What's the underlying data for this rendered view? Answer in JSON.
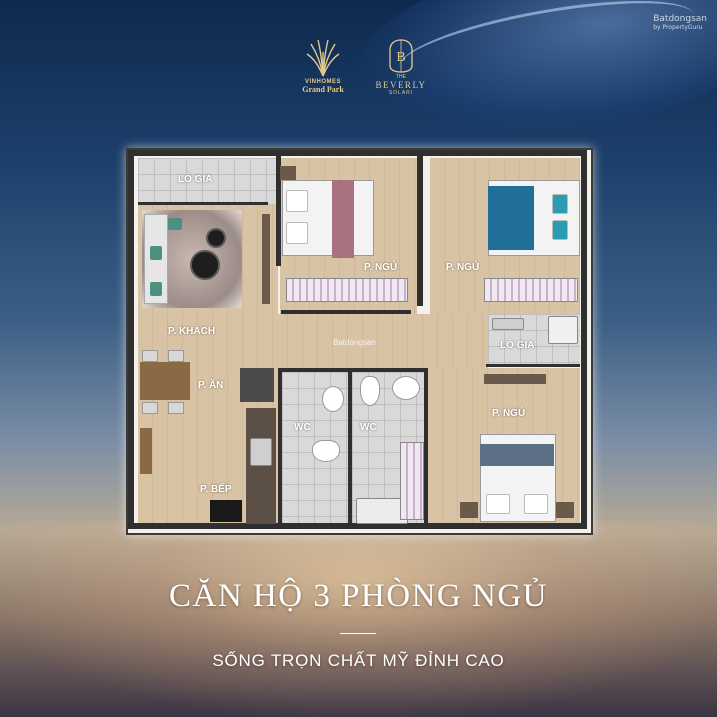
{
  "watermark": {
    "site": "Batdongsan",
    "sub": "by PropertyGuru"
  },
  "logos": {
    "vinhomes_line1": "VINHOMES",
    "vinhomes_line2": "Grand Park",
    "beverly_line0": "THE",
    "beverly_line1": "BEVERLY",
    "beverly_line2": "SOLARI"
  },
  "floor_plan": {
    "rooms": {
      "lo_gia_1": "LÔ GIA",
      "p_ngu_1": "P. NGỦ",
      "p_ngu_2": "P. NGỦ",
      "p_khach": "P. KHÁCH",
      "lo_gia_2": "LÔ GIA",
      "p_an": "P. ĂN",
      "wc_1": "WC",
      "wc_2": "WC",
      "p_ngu_3": "P. NGỦ",
      "p_bep": "P. BẾP"
    },
    "watermark": "Batdongsan"
  },
  "headline": "CĂN HỘ 3 PHÒNG NGỦ",
  "subline": "SỐNG TRỌN CHẤT MỸ ĐỈNH CAO",
  "colors": {
    "gold": "#e3c98c",
    "sky_top": "#0f2a4e",
    "blanket_pink": "#a8737f",
    "blanket_blue": "#1f6f98",
    "blanket_grey": "#5d6f85",
    "cushion_teal": "#4f8f82"
  }
}
